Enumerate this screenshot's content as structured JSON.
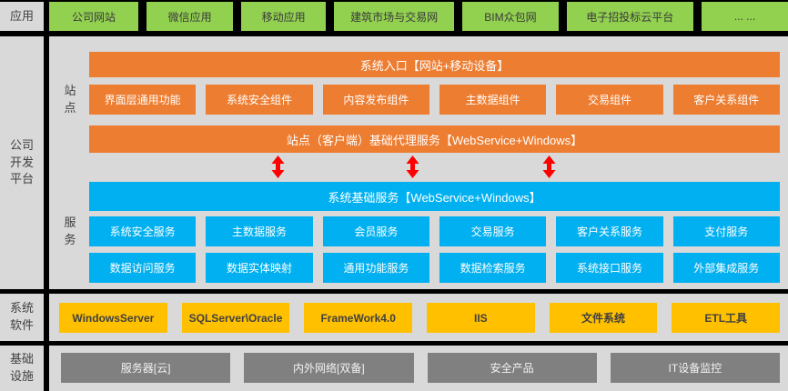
{
  "colors": {
    "background": "#000000",
    "panel_gray": "#D9D9D9",
    "app_green": "#92D050",
    "site_orange": "#ED7D31",
    "service_blue": "#00B0F0",
    "software_yellow": "#FFC000",
    "infra_gray": "#808080",
    "arrow_red": "#FF0000",
    "dark_text": "#404040",
    "light_text": "#FFFFFF"
  },
  "rows": {
    "app": {
      "label": "应用",
      "items": [
        "公司网站",
        "微信应用",
        "移动应用",
        "建筑市场与交易网",
        "BIM众包网",
        "电子招投标云平台",
        "... ..."
      ]
    },
    "platform": {
      "label": "公司开发平台",
      "site": {
        "label": "站点",
        "entry_bar": "系统入口【网站+移动设备】",
        "components": [
          "界面层通用功能",
          "系统安全组件",
          "内容发布组件",
          "主数据组件",
          "交易组件",
          "客户关系组件"
        ],
        "proxy_bar": "站点（客户端）基础代理服务【WebService+Windows】"
      },
      "services": {
        "label": "服务",
        "base_bar": "系统基础服务【WebService+Windows】",
        "row1": [
          "系统安全服务",
          "主数据服务",
          "会员服务",
          "交易服务",
          "客户关系服务",
          "支付服务"
        ],
        "row2": [
          "数据访问服务",
          "数据实体映射",
          "通用功能服务",
          "数据检索服务",
          "系统接口服务",
          "外部集成服务"
        ]
      }
    },
    "system_software": {
      "label": "系统软件",
      "items": [
        "WindowsServer",
        "SQLServer\\Oracle",
        "FrameWork4.0",
        "IIS",
        "文件系统",
        "ETL工具"
      ]
    },
    "infrastructure": {
      "label": "基础设施",
      "items": [
        "服务器[云]",
        "内外网络[双备]",
        "安全产品",
        "IT设备监控"
      ]
    }
  }
}
